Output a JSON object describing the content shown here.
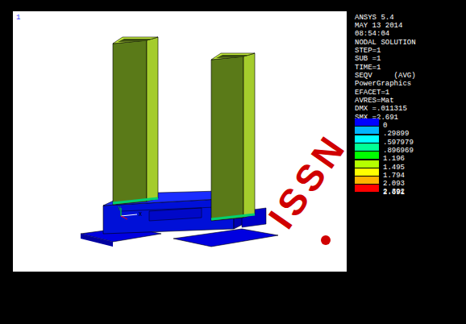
{
  "diagram": {
    "labels": [
      "1",
      "ANSYS 5.4",
      "MAY 13 2014",
      "08:54:04",
      "NODAL SOLUTION",
      "STEP=1",
      "SUB =1",
      "TIME=1",
      "SEQV     (AVG)",
      "PowerGraphics",
      "EFACET=1",
      "AVRES=Mat",
      "DMX =.011315",
      "SMX =2.691",
      "2.691",
      "Y",
      "X",
      "ISSN"
    ],
    "legend": [
      {
        "text": "0",
        "color": "#0000ff"
      },
      {
        "text": ".29899",
        "color": "#00b4ff"
      },
      {
        "text": ".597979",
        "color": "#00ffff"
      },
      {
        "text": ".896969",
        "color": "#00ff96"
      },
      {
        "text": "1.196",
        "color": "#00ff00"
      },
      {
        "text": "1.495",
        "color": "#b4ff00"
      },
      {
        "text": "1.794",
        "color": "#ffff00"
      },
      {
        "text": "2.093",
        "color": "#ffb400"
      },
      {
        "text": "2.392",
        "color": "#ff0000"
      }
    ]
  }
}
